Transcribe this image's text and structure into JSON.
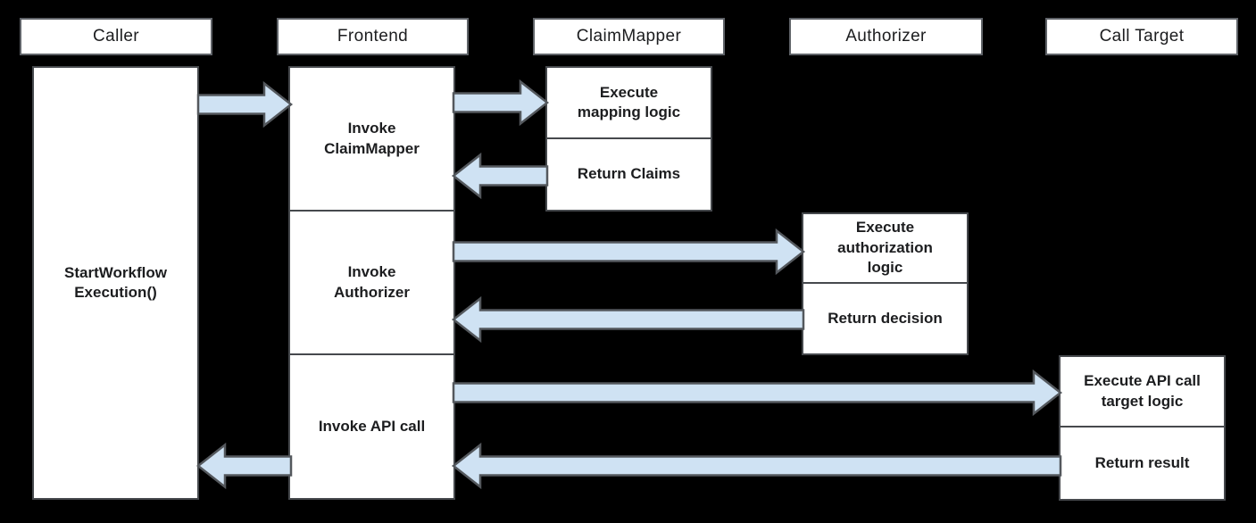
{
  "colors": {
    "background": "#000000",
    "box_fill": "#ffffff",
    "box_border": "#46494d",
    "header_border": "#5f6368",
    "arrow_fill": "#cfe2f3",
    "arrow_stroke": "#54585d",
    "text": "#1c1d1f"
  },
  "headers": {
    "caller": "Caller",
    "frontend": "Frontend",
    "claim_mapper": "ClaimMapper",
    "authorizer": "Authorizer",
    "call_target": "Call Target"
  },
  "boxes": {
    "start_workflow": "StartWorkflow\nExecution()",
    "invoke_claim_mapper": "Invoke\nClaimMapper",
    "invoke_authorizer": "Invoke\nAuthorizer",
    "invoke_api_call": "Invoke API call",
    "execute_mapping_logic": "Execute\nmapping logic",
    "return_claims": "Return Claims",
    "execute_authorization_logic": "Execute\nauthorization\nlogic",
    "return_decision": "Return decision",
    "execute_api_call_target_logic": "Execute API call\ntarget logic",
    "return_result": "Return result"
  },
  "messages": [
    {
      "name": "caller-to-frontend",
      "from": "Caller",
      "to": "Frontend"
    },
    {
      "name": "frontend-to-claimmapper",
      "from": "Frontend",
      "to": "ClaimMapper"
    },
    {
      "name": "claimmapper-to-frontend",
      "from": "ClaimMapper",
      "to": "Frontend"
    },
    {
      "name": "frontend-to-authorizer",
      "from": "Frontend",
      "to": "Authorizer"
    },
    {
      "name": "authorizer-to-frontend",
      "from": "Authorizer",
      "to": "Frontend"
    },
    {
      "name": "frontend-to-calltarget",
      "from": "Frontend",
      "to": "Call Target"
    },
    {
      "name": "calltarget-to-frontend",
      "from": "Call Target",
      "to": "Frontend"
    },
    {
      "name": "frontend-to-caller",
      "from": "Frontend",
      "to": "Caller"
    }
  ]
}
